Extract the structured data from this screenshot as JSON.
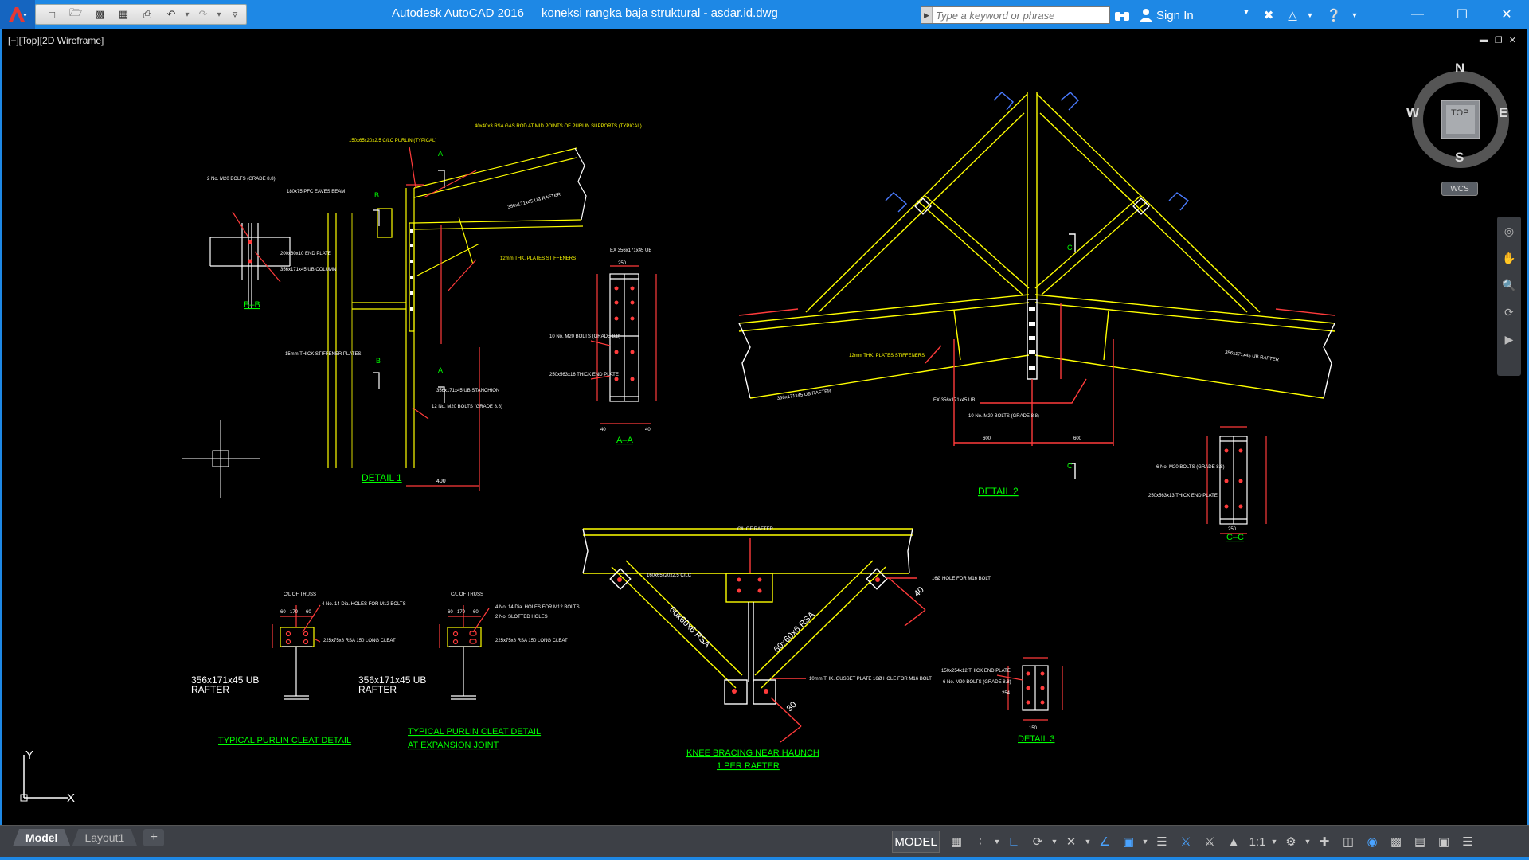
{
  "window": {
    "app_name": "Autodesk AutoCAD 2016",
    "file_name": "koneksi rangka baja struktural - asdar.id.dwg"
  },
  "quick_access": {
    "icons": [
      "new-icon",
      "open-icon",
      "save-icon",
      "save-as-icon",
      "plot-icon",
      "undo-icon",
      "redo-icon",
      "customize-icon"
    ]
  },
  "search": {
    "placeholder": "Type a keyword or phrase",
    "value": ""
  },
  "user": {
    "signin_label": "Sign In"
  },
  "viewport": {
    "label": "[−][Top][2D Wireframe]"
  },
  "viewcube": {
    "north": "N",
    "south": "S",
    "east": "E",
    "west": "W",
    "face": "TOP",
    "wcs": "WCS"
  },
  "ucs": {
    "x": "X",
    "y": "Y"
  },
  "colors": {
    "titlebar": "#1e88e5",
    "beam": "#ffff00",
    "dim": "#ff3b3b",
    "title": "#00ff00",
    "text": "#ffffff"
  },
  "drawing": {
    "detail1": {
      "title": "DETAIL  1",
      "notes": [
        "150x65x20x2.5 C/LC PURLIN (TYPICAL)",
        "40x40x3 RSA GAS ROD AT MID POINTS OF PURLIN SUPPORTS (TYPICAL)",
        "356x171x45 UB RAFTER",
        "12mm THK. PLATES STIFFENERS",
        "180x75 PFC EAVES BEAM",
        "15mm THICK STIFFENER PLATES",
        "356x171x45 UB STANCHION",
        "12 No. M20 BOLTS (GRADE 8.8)"
      ],
      "dims": [
        "400"
      ],
      "section_marks": [
        "A",
        "A",
        "B",
        "B"
      ]
    },
    "section_bb": {
      "title": "B–B",
      "notes": [
        "2 No. M20 BOLTS (GRADE 8.8)",
        "200x60x10 END PLATE",
        "356x171x45 UB COLUMN"
      ]
    },
    "section_aa": {
      "title": "A–A",
      "notes": [
        "EX 356x171x45 UB",
        "10 No. M20 BOLTS (GRADE 8.8)",
        "250x563x16 THICK END PLATE"
      ],
      "dims": [
        "250",
        "40",
        "40"
      ]
    },
    "detail2": {
      "title": "DETAIL  2",
      "notes": [
        "356x171x45 UB RAFTER",
        "12mm THK. PLATES STIFFENERS",
        "356x171x45 UB RAFTER",
        "EX 356x171x45 UB",
        "10 No. M20 BOLTS (GRADE 8.8)"
      ],
      "dims": [
        "600",
        "600"
      ],
      "section_marks": [
        "C",
        "C"
      ]
    },
    "section_cc": {
      "title": "C–C",
      "notes": [
        "6 No. M20 BOLTS (GRADE 8.8)",
        "250x563x13 THICK END PLATE"
      ],
      "dims": [
        "250"
      ]
    },
    "purlin_cleat": {
      "title": "TYPICAL  PURLIN  CLEAT  DETAIL",
      "notes": [
        "C/L OF TRUSS",
        "4 No. 14 Dia. HOLES FOR M12 BOLTS",
        "225x75x8 RSA 150 LONG CLEAT"
      ],
      "member_line1": "356x171x45  UB",
      "member_line2": "RAFTER",
      "dims": [
        "60",
        "170",
        "60"
      ]
    },
    "purlin_cleat_exp": {
      "title_line1": "TYPICAL  PURLIN  CLEAT  DETAIL",
      "title_line2": "AT  EXPANSION  JOINT",
      "notes": [
        "C/L OF TRUSS",
        "4 No. 14 Dia. HOLES FOR M12 BOLTS",
        "2 No. SLOTTED HOLES",
        "225x75x8 RSA 150 LONG CLEAT"
      ],
      "member_line1": "356x171x45  UB",
      "member_line2": "RAFTER",
      "dims": [
        "60",
        "170",
        "60"
      ]
    },
    "knee_bracing": {
      "title_line1": "KNEE  BRACING  NEAR  HAUNCH",
      "title_line2": "1  PER  RAFTER",
      "notes": [
        "C/L OF RAFTER",
        "160x65x20x2.5 C/LC",
        "16Ø HOLE FOR M16 BOLT",
        "10mm THK. GUSSET PLATE 16Ø HOLE FOR M16 BOLT"
      ],
      "member_left": "60x60x6  RSA",
      "member_right": "60x60x6  RSA",
      "angle1": "40",
      "angle2": "30"
    },
    "detail3": {
      "title": "DETAIL  3",
      "notes": [
        "150x254x12 THICK END PLATE",
        "6 No. M20 BOLTS (GRADE 8.8)"
      ],
      "dims": [
        "150",
        "254"
      ]
    }
  },
  "status": {
    "tabs": [
      "Model",
      "Layout1"
    ],
    "active_tab": "Model",
    "model_button": "MODEL",
    "scale": "1:1",
    "icons": [
      "grid-icon",
      "snap-icon",
      "ortho-icon",
      "polar-icon",
      "isodraft-icon",
      "osnap-icon",
      "otrack-icon",
      "lineweight-icon",
      "annotation-icon",
      "annovis-icon",
      "autoscale-icon",
      "scale-icon",
      "workspace-icon",
      "annomonitor-icon",
      "units-icon",
      "quickprops-icon",
      "lock-icon",
      "isolate-icon",
      "hardware-icon",
      "clean-screen-icon",
      "customize-icon"
    ]
  }
}
